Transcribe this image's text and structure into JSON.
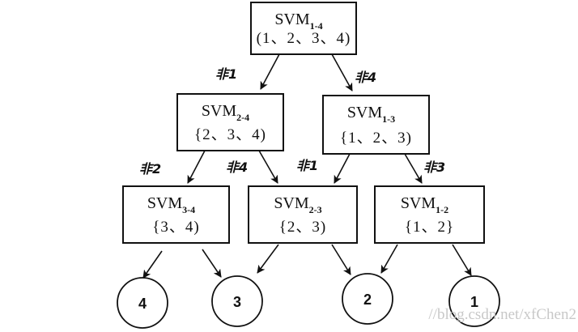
{
  "title": "DAG-SVM multiclass decision tree",
  "nodes": [
    {
      "id": "svm-1-4",
      "name": "SVM",
      "sub": "1-4",
      "set": "(1、2、3、4)"
    },
    {
      "id": "svm-2-4",
      "name": "SVM",
      "sub": "2-4",
      "set": "{2、3、4)"
    },
    {
      "id": "svm-1-3",
      "name": "SVM",
      "sub": "1-3",
      "set": "{1、2、3)"
    },
    {
      "id": "svm-3-4",
      "name": "SVM",
      "sub": "3-4",
      "set": "{3、4)"
    },
    {
      "id": "svm-2-3",
      "name": "SVM",
      "sub": "2-3",
      "set": "{2、3)"
    },
    {
      "id": "svm-1-2",
      "name": "SVM",
      "sub": "1-2",
      "set": "{1、2}"
    }
  ],
  "leaves": [
    {
      "id": "leaf-4",
      "label": "4"
    },
    {
      "id": "leaf-3",
      "label": "3"
    },
    {
      "id": "leaf-2",
      "label": "2"
    },
    {
      "id": "leaf-1",
      "label": "1"
    }
  ],
  "edges": [
    {
      "from": "svm-1-4",
      "to": "svm-2-4",
      "label": "非1"
    },
    {
      "from": "svm-1-4",
      "to": "svm-1-3",
      "label": "非4"
    },
    {
      "from": "svm-2-4",
      "to": "svm-3-4",
      "label": "非2"
    },
    {
      "from": "svm-2-4",
      "to": "svm-2-3",
      "label": "非4"
    },
    {
      "from": "svm-1-3",
      "to": "svm-2-3",
      "label": "非1"
    },
    {
      "from": "svm-1-3",
      "to": "svm-1-2",
      "label": "非3"
    },
    {
      "from": "svm-3-4",
      "to": "leaf-4",
      "label": ""
    },
    {
      "from": "svm-3-4",
      "to": "leaf-3",
      "label": ""
    },
    {
      "from": "svm-2-3",
      "to": "leaf-3",
      "label": ""
    },
    {
      "from": "svm-2-3",
      "to": "leaf-2",
      "label": ""
    },
    {
      "from": "svm-1-2",
      "to": "leaf-2",
      "label": ""
    },
    {
      "from": "svm-1-2",
      "to": "leaf-1",
      "label": ""
    }
  ],
  "watermark": "//blog.csdn.net/xfChen2"
}
